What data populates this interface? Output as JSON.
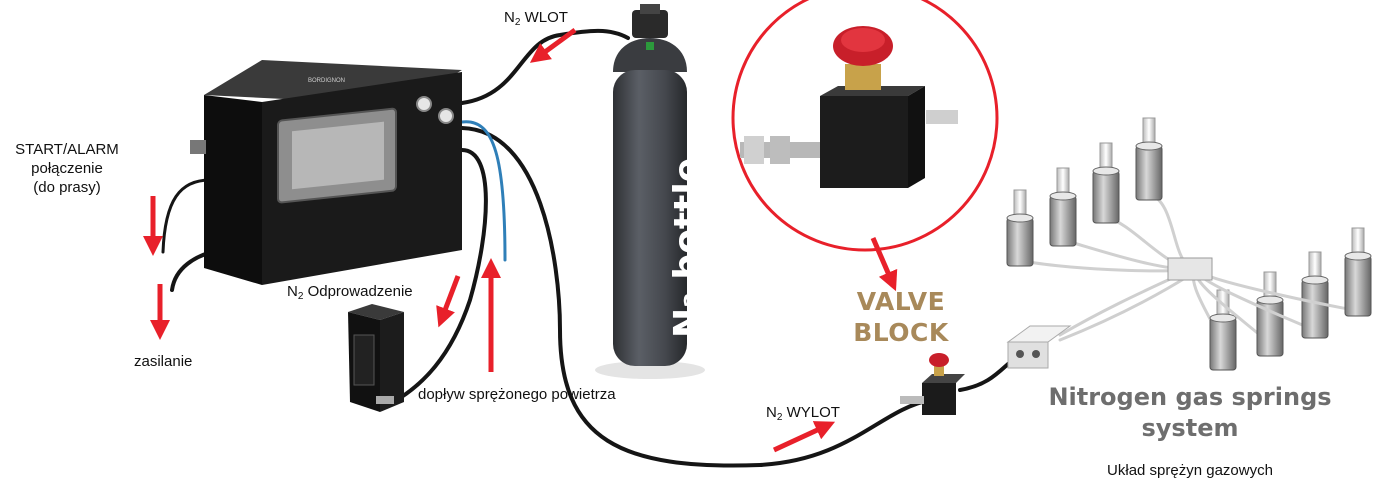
{
  "labels": {
    "n2_inlet": {
      "prefix": "N",
      "sub": "2",
      "text": " WLOT"
    },
    "start_alarm": "START/ALARM",
    "connection": "połączenie",
    "to_press": "(do prasy)",
    "power": "zasilanie",
    "n2_discharge": {
      "prefix": "N",
      "sub": "2",
      "text": " Odprowadzenie"
    },
    "compressed_air": "dopływ sprężonego powietrza",
    "n2_outlet": {
      "prefix": "N",
      "sub": "2",
      "text": " WYLOT"
    },
    "valve_block_line1": "VALVE",
    "valve_block_line2": "BLOCK",
    "springs_title_line1": "Nitrogen gas springs",
    "springs_title_line2": "system",
    "springs_subtitle": "Układ sprężyn gazowych",
    "bottle": "N₂ bottle",
    "brand": "BORDIGNON"
  },
  "colors": {
    "arrow": "#e8202a",
    "valve_text": "#a8895a",
    "springs_text": "#6e6e6e",
    "bottle": "#4a4d52",
    "cabinet": "#1a1a1a",
    "air_hose": "#2f7fb8",
    "hose": "#151515",
    "callout_circle": "#e8202a"
  }
}
